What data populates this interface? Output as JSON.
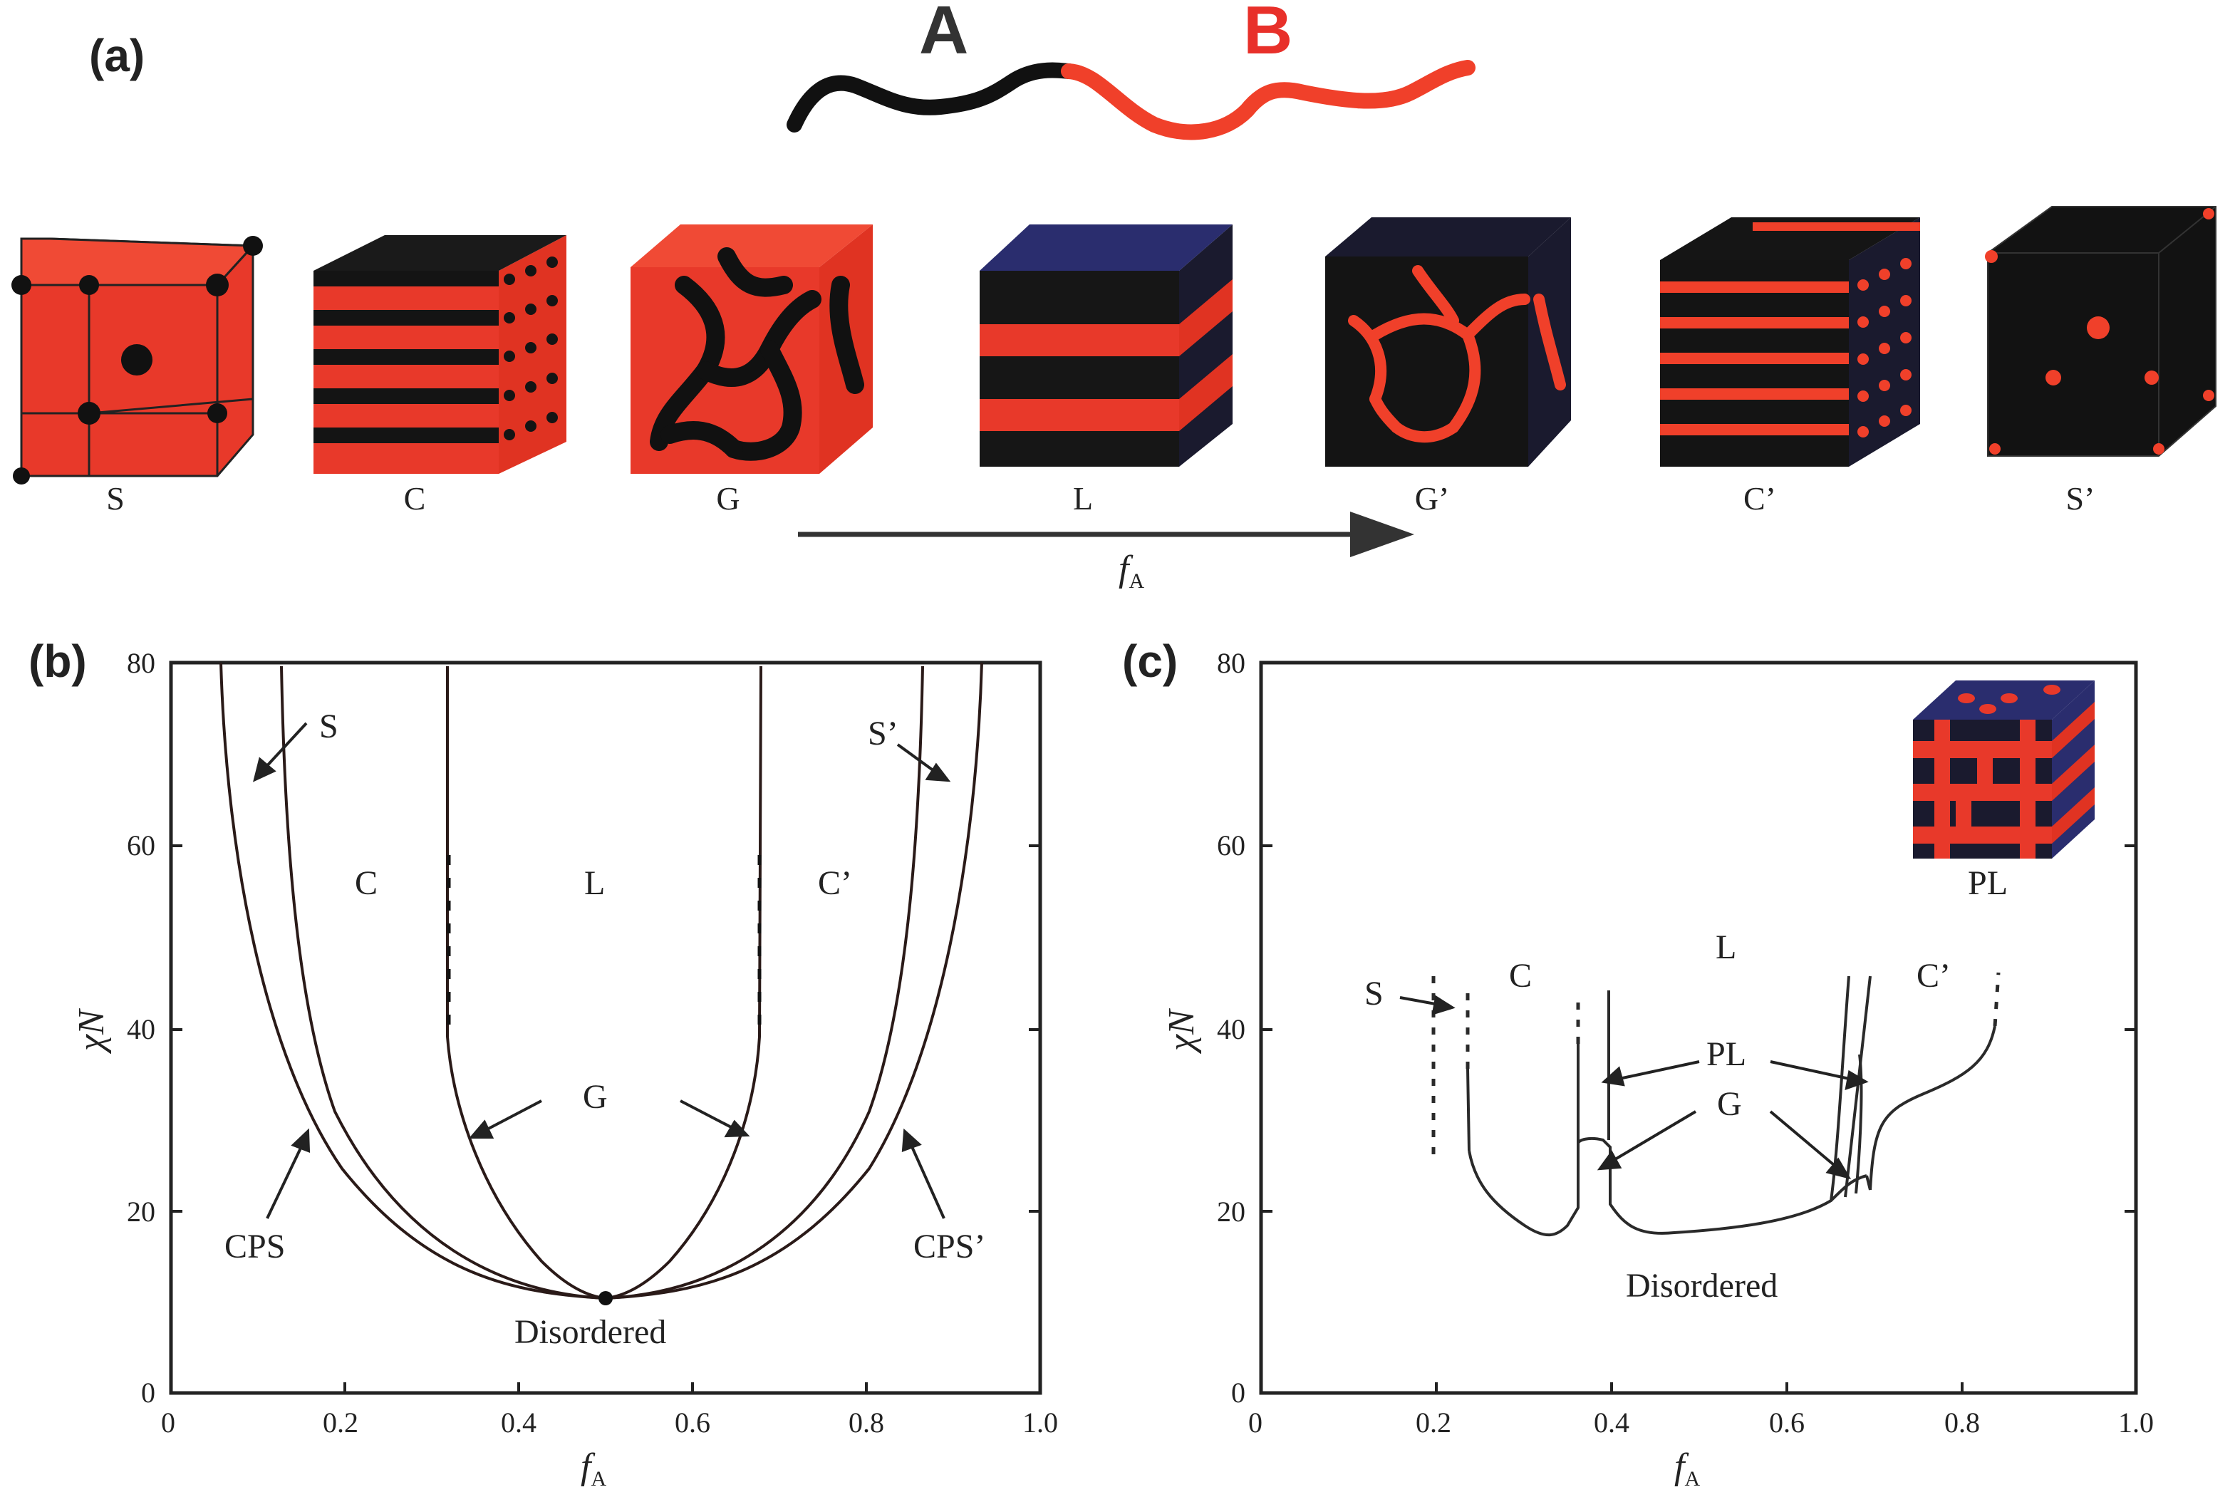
{
  "panel_a": {
    "label": "(a)",
    "block_a_label": "A",
    "block_b_label": "B",
    "cubes": [
      "S",
      "C",
      "G",
      "L",
      "G’",
      "C’",
      "S’"
    ],
    "arrow_label": "f",
    "arrow_label_sub": "A"
  },
  "panel_b": {
    "label": "(b)",
    "y_title": "χN",
    "x_title": "f",
    "x_title_sub": "A",
    "x_ticks": [
      "0",
      "0.2",
      "0.4",
      "0.6",
      "0.8",
      "1.0"
    ],
    "y_ticks": [
      "0",
      "20",
      "40",
      "60",
      "80"
    ],
    "regions": {
      "S": "S",
      "S_prime": "S’",
      "C": "C",
      "L": "L",
      "C_prime": "C’",
      "G": "G",
      "CPS": "CPS",
      "CPS_prime": "CPS’",
      "disordered": "Disordered"
    }
  },
  "panel_c": {
    "label": "(c)",
    "y_title": "χN",
    "x_title": "f",
    "x_title_sub": "A",
    "x_ticks": [
      "0",
      "0.2",
      "0.4",
      "0.6",
      "0.8",
      "1.0"
    ],
    "y_ticks": [
      "0",
      "20",
      "40",
      "60",
      "80"
    ],
    "regions": {
      "S": "S",
      "C": "C",
      "L": "L",
      "C_prime": "C’",
      "PL": "PL",
      "G": "G",
      "disordered": "Disordered",
      "inset_label": "PL"
    }
  },
  "colors": {
    "block_a": "#111111",
    "block_b": "#f0402a",
    "dark_face": "#1a1a2e",
    "navy": "#2a2d6e"
  }
}
